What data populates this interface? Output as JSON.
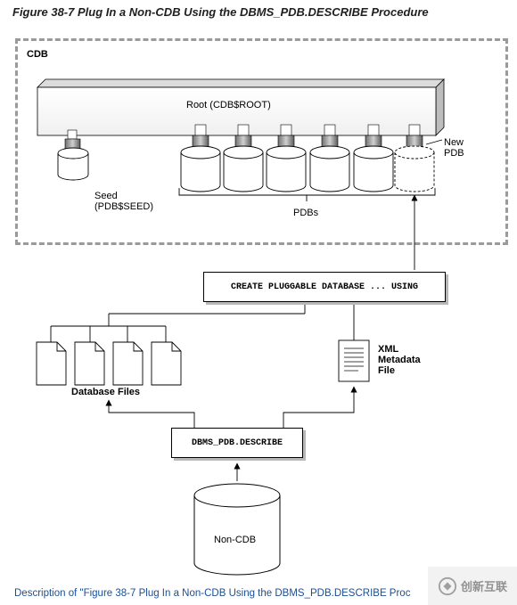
{
  "figure": {
    "title": "Figure 38-7 Plug In a Non-CDB Using the DBMS_PDB.DESCRIBE Procedure",
    "description_link": "Description of \"Figure 38-7 Plug In a Non-CDB Using the DBMS_PDB.DESCRIBE Proc"
  },
  "cdb": {
    "label": "CDB",
    "root_label": "Root (CDB$ROOT)",
    "seed_label_line1": "Seed",
    "seed_label_line2": "(PDB$SEED)",
    "pdbs_label": "PDBs",
    "new_pdb_line1": "New",
    "new_pdb_line2": "PDB"
  },
  "commands": {
    "create": "CREATE PLUGGABLE DATABASE ... USING",
    "describe": "DBMS_PDB.DESCRIBE"
  },
  "files": {
    "database_files_label": "Database Files",
    "xml_line1": "XML",
    "xml_line2": "Metadata",
    "xml_line3": "File"
  },
  "source": {
    "label": "Non-CDB"
  },
  "watermark": {
    "text": "创新互联"
  }
}
